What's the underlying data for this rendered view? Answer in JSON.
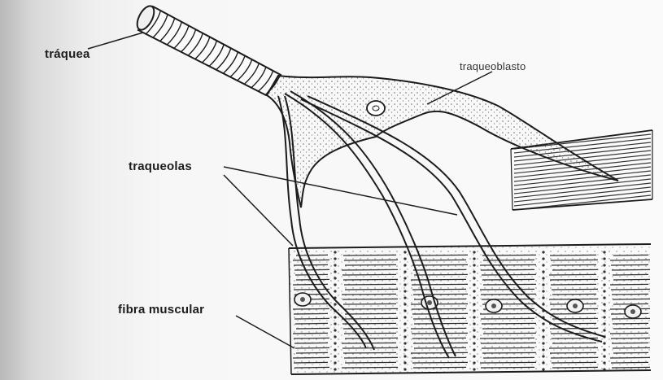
{
  "labels": {
    "trachea": "tráquea",
    "tracheoblast": "traqueoblasto",
    "tracheoles": "traqueolas",
    "muscle_fiber": "fibra muscular"
  },
  "colors": {
    "ink": "#1c1c1c",
    "stipple": "#6a6a6a",
    "background": "#f7f7f7"
  }
}
